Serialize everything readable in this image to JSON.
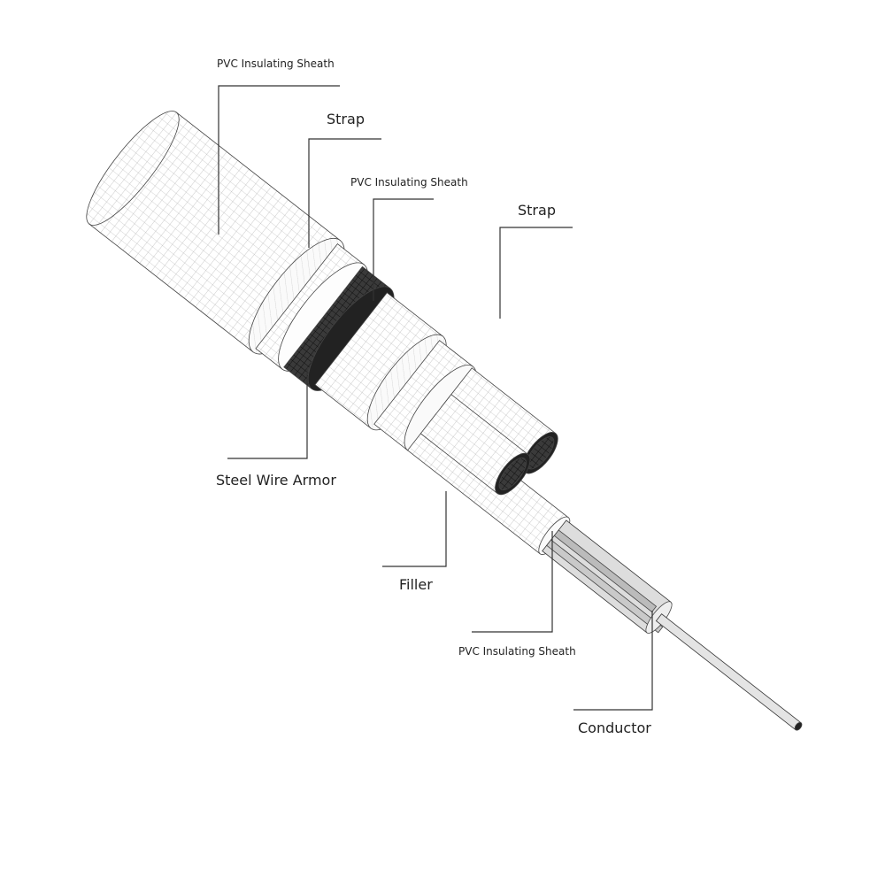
{
  "labels": {
    "outer_sheath": "PVC Insulating Sheath",
    "strap_outer": "Strap",
    "inner_sheath": "PVC Insulating Sheath",
    "strap_inner": "Strap",
    "steel_wire_armor": "Steel Wire Armor",
    "filler": "Filler",
    "core_sheath": "PVC Insulating Sheath",
    "conductor": "Conductor"
  },
  "colors": {
    "line": "#333333",
    "mesh": "#9a9a9a",
    "armor": "#2a2a2a"
  }
}
